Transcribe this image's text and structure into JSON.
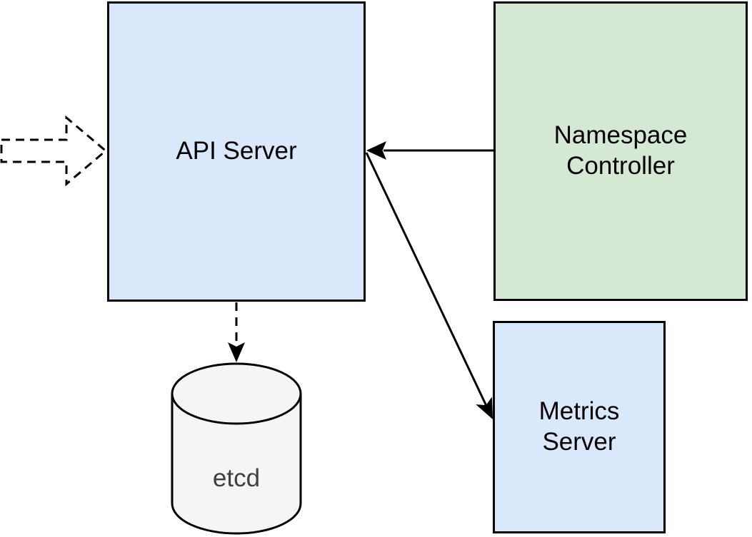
{
  "diagram": {
    "description": "Kubernetes-style architecture diagram",
    "colors": {
      "node_blue_fill": "#dae8fc",
      "node_green_fill": "#d5e8d4",
      "cylinder_fill": "#f5f5f5",
      "stroke": "#000000",
      "etcd_text": "#404040",
      "background": "#ffffff"
    },
    "nodes": {
      "api_server": {
        "label": "API Server",
        "shape": "rectangle",
        "fill": "#dae8fc"
      },
      "namespace_controller": {
        "label": "Namespace\nController",
        "shape": "rectangle",
        "fill": "#d5e8d4"
      },
      "metrics_server": {
        "label": "Metrics\nServer",
        "shape": "rectangle",
        "fill": "#dae8fc"
      },
      "etcd": {
        "label": "etcd",
        "shape": "cylinder",
        "fill": "#f5f5f5"
      }
    },
    "edges": [
      {
        "id": "external-to-api-server",
        "from": "external",
        "to": "api_server",
        "style": "dashed-outline-block-arrow",
        "direction": "into API Server left edge"
      },
      {
        "id": "namespace-controller-to-api-server",
        "from": "namespace_controller",
        "to": "api_server",
        "style": "solid-arrow",
        "direction": "left"
      },
      {
        "id": "api-server-to-metrics-server",
        "from": "api_server",
        "to": "metrics_server",
        "style": "solid-arrow",
        "direction": "diagonal down-right"
      },
      {
        "id": "api-server-to-etcd",
        "from": "api_server",
        "to": "etcd",
        "style": "dashed-arrow",
        "direction": "down"
      }
    ]
  }
}
